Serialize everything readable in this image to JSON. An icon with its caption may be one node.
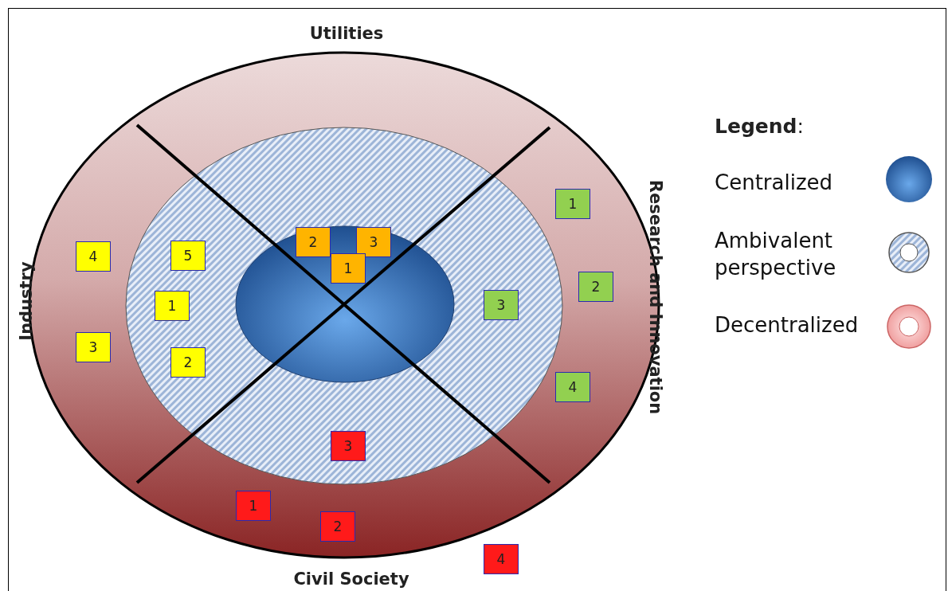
{
  "diagram": {
    "nodes": [
      {
        "text": [
          "2"
        ]
      },
      {
        "text": [
          "3"
        ]
      },
      {
        "text": [
          "1"
        ]
      },
      {
        "text": [
          "4"
        ]
      },
      {
        "text": [
          "5"
        ]
      },
      {
        "text": [
          "1"
        ]
      },
      {
        "text": [
          "3"
        ]
      },
      {
        "text": [
          "2"
        ]
      },
      {
        "text": [
          "1"
        ]
      },
      {
        "text": [
          "2"
        ]
      },
      {
        "text": [
          "3"
        ]
      },
      {
        "text": [
          "4"
        ]
      },
      {
        "text": [
          "3"
        ]
      },
      {
        "text": [
          "1"
        ]
      },
      {
        "text": [
          "2"
        ]
      },
      {
        "text": [
          "4"
        ]
      }
    ],
    "labels": [
      "Utilities",
      "**Legend**:",
      "Research and Innovation",
      "Industry",
      "Civil Society"
    ],
    "legend": [
      {
        "text": "Centralized"
      },
      {
        "text": "Ambivalent perspective"
      },
      {
        "text": "Decentralized"
      }
    ]
  }
}
